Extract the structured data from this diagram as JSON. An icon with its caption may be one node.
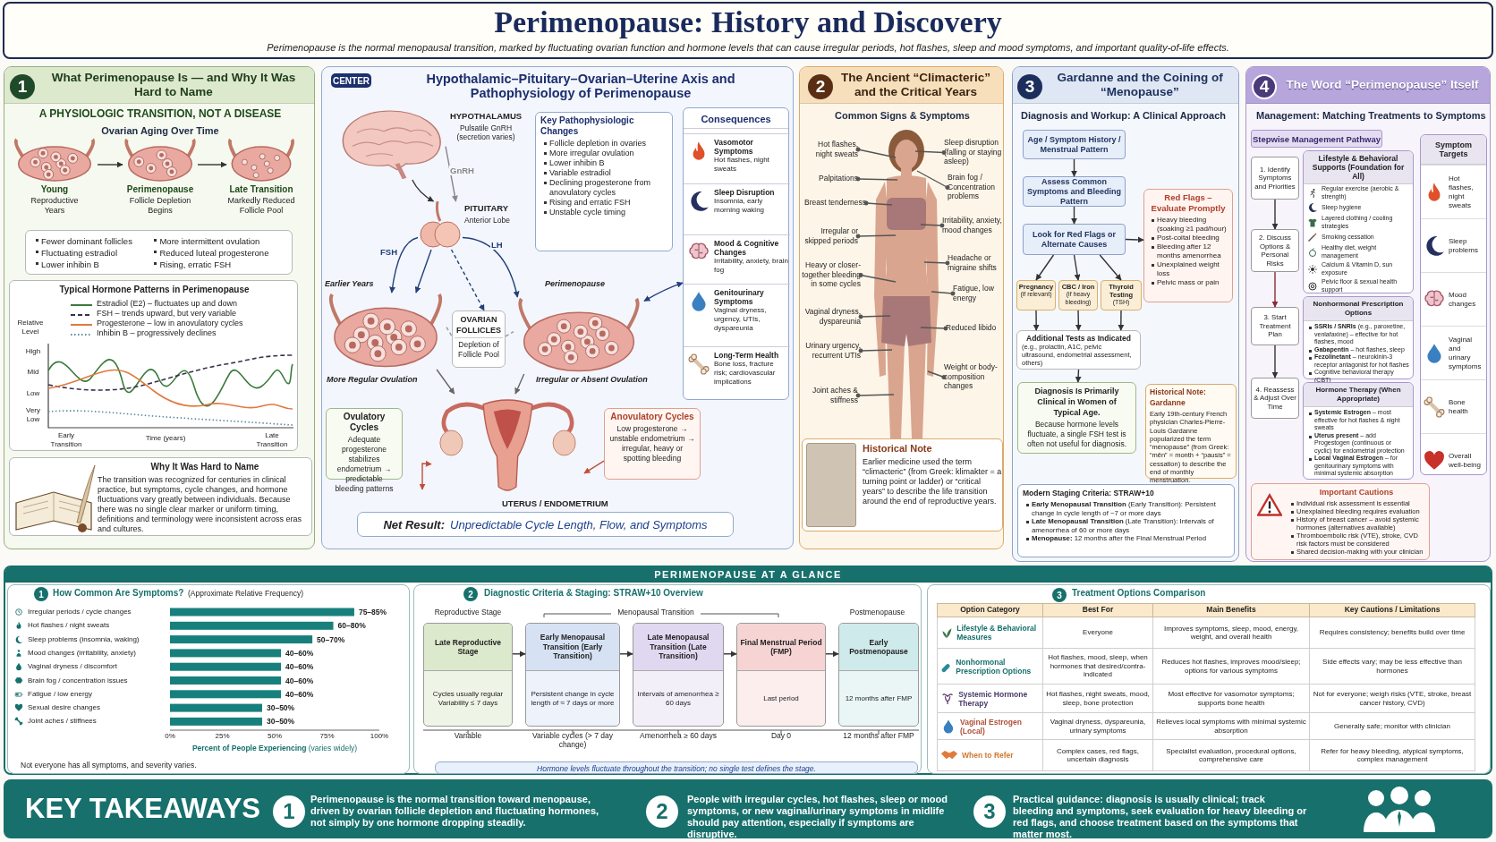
{
  "diagram": {
    "nodes": [
      {
        "text": [
          "Perimenopause: History and Discovery",
          "Perimenopause is the normal menopausal transition, marked by fluctuating ovarian function and hormone levels that can cause irregular periods, hot flashes, sleep and mood symptoms, and important quality-of-life effects."
        ]
      },
      {
        "text": [
          "What Perimenopause Is — and Why It Was Hard to Name",
          "A PHYSIOLOGIC TRANSITION, NOT A DISEASE",
          "Ovarian Aging Over Time"
        ]
      },
      {
        "text": [
          "1"
        ],
        "in": 1
      },
      {
        "text": [],
        "shape": "picture",
        "in": 1,
        "beside": [
          "Young",
          "Reproductive Years"
        ]
      },
      {
        "text": [],
        "shape": "picture",
        "in": 1,
        "beside": [
          "Perimenopause",
          "Follicle Depletion Begins"
        ]
      },
      {
        "text": [],
        "shape": "picture",
        "in": 1,
        "beside": [
          "Late Transition",
          "Markedly Reduced Follicle Pool"
        ]
      },
      {
        "text": [
          "Fewer dominant follicles",
          "Fluctuating estradiol",
          "Lower inhibin B",
          "More intermittent ovulation",
          "Reduced luteal progesterone",
          "Rising, erratic FSH"
        ],
        "in": 1
      },
      {
        "text": [
          "Typical Hormone Patterns in Perimenopause"
        ],
        "in": 1
      },
      {
        "text": [
          "Why It Was Hard to Name",
          "The transition was recognized for centuries in clinical practice, but symptoms, cycle changes, and hormone fluctuations vary greatly between individuals. Because there was no single clear marker or uniform timing, definitions and terminology were inconsistent across eras and cultures."
        ],
        "in": 1
      },
      {
        "text": [
          "Hypothalamic–Pituitary–Ovarian–Uterine Axis and Pathophysiology of Perimenopause"
        ]
      },
      {
        "text": [
          "CENTER"
        ],
        "in": 9
      },
      {
        "text": [],
        "shape": "picture",
        "in": 9,
        "beside": [
          "HYPOTHALAMUS",
          "Pulsatile GnRH (secretion varies)"
        ]
      },
      {
        "text": [],
        "shape": "picture",
        "in": 9,
        "beside": [
          "PITUITARY",
          "Anterior Lobe"
        ]
      },
      {
        "text": [
          "Key Pathophysiologic Changes",
          "Follicle depletion in ovaries",
          "More irregular ovulation",
          "Lower inhibin B",
          "Variable estradiol",
          "Declining progesterone from anovulatory cycles",
          "Rising and erratic FSH",
          "Unstable cycle timing"
        ],
        "in": 9
      },
      {
        "text": [
          "Consequences"
        ],
        "in": 9
      },
      {
        "text": [
          "Vasomotor Symptoms",
          "Hot flashes, night sweats"
        ],
        "in": 14
      },
      {
        "text": [
          "Sleep Disruption",
          "Insomnia, early morning waking"
        ],
        "in": 14
      },
      {
        "text": [
          "Mood & Cognitive Changes",
          "Irritability, anxiety, brain fog"
        ],
        "in": 14
      },
      {
        "text": [
          "Genitourinary Symptoms",
          "Vaginal dryness, urgency, UTIs, dyspareunia"
        ],
        "in": 14
      },
      {
        "text": [
          "Long-Term Health",
          "Bone loss, fracture risk; cardiovascular implications"
        ],
        "in": 14
      },
      {
        "text": [],
        "shape": "picture",
        "in": 9,
        "beside": [
          "Earlier Years",
          "More Regular Ovulation"
        ]
      },
      {
        "text": [
          "OVARIAN FOLLICLES",
          "Depletion of Follicle Pool"
        ],
        "in": 9
      },
      {
        "text": [],
        "shape": "picture",
        "in": 9,
        "beside": [
          "Perimenopause",
          "Irregular or Absent Ovulation"
        ]
      },
      {
        "text": [],
        "shape": "picture",
        "in": 9,
        "beside": [
          "UTERUS / ENDOMETRIUM"
        ]
      },
      {
        "text": [
          "Ovulatory Cycles",
          "Adequate progesterone stabilizes endometrium → predictable bleeding patterns"
        ],
        "in": 9
      },
      {
        "text": [
          "Anovulatory Cycles",
          "Low progesterone → unstable endometrium → irregular, heavy or spotting bleeding"
        ],
        "in": 9
      },
      {
        "text": [
          "Net Result:",
          "Unpredictable Cycle Length, Flow, and Symptoms"
        ],
        "in": 9
      },
      {
        "text": [
          "The Ancient “Climacteric” and the Critical Years",
          "Common Signs & Symptoms"
        ]
      },
      {
        "text": [
          "2"
        ],
        "in": 27
      },
      {
        "text": [
          "Hot flashes, night sweats"
        ],
        "in": 27
      },
      {
        "text": [
          "Palpitations"
        ],
        "in": 27
      },
      {
        "text": [
          "Breast tenderness"
        ],
        "in": 27
      },
      {
        "text": [
          "Irregular or skipped periods"
        ],
        "in": 27
      },
      {
        "text": [
          "Heavy or closer-together bleeding in some cycles"
        ],
        "in": 27
      },
      {
        "text": [
          "Vaginal dryness, dyspareunia"
        ],
        "in": 27
      },
      {
        "text": [
          "Urinary urgency, recurrent UTIs"
        ],
        "in": 27
      },
      {
        "text": [
          "Joint aches & stiffness"
        ],
        "in": 27
      },
      {
        "text": [
          "Sleep disruption (falling or staying asleep)"
        ],
        "in": 27
      },
      {
        "text": [
          "Brain fog / Concentration problems"
        ],
        "in": 27
      },
      {
        "text": [
          "Irritability, anxiety, mood changes"
        ],
        "in": 27
      },
      {
        "text": [
          "Headache or migraine shifts"
        ],
        "in": 27
      },
      {
        "text": [
          "Fatigue, low energy"
        ],
        "in": 27
      },
      {
        "text": [
          "Reduced libido"
        ],
        "in": 27
      },
      {
        "text": [
          "Weight or body-composition changes"
        ],
        "in": 27
      },
      {
        "text": [
          "Historical Note",
          "Earlier medicine used the term “climacteric” (from Greek: klimakter = a turning point or ladder) or “critical years” to describe the life transition around the end of reproductive years."
        ],
        "in": 27
      },
      {
        "text": [
          "Gardanne and the Coining of “Menopause”",
          "Diagnosis and Workup: A Clinical Approach"
        ]
      },
      {
        "text": [
          "3"
        ],
        "in": 45
      },
      {
        "text": [
          "Age / Symptom History / Menstrual Pattern"
        ],
        "in": 45
      },
      {
        "text": [
          "Assess Common Symptoms and Bleeding Pattern"
        ],
        "in": 45
      },
      {
        "text": [
          "Look for Red Flags or Alternate Causes"
        ],
        "in": 45
      },
      {
        "text": [
          "Pregnancy",
          "(if relevant)"
        ],
        "in": 45
      },
      {
        "text": [
          "CBC / Iron",
          "(if heavy bleeding)"
        ],
        "in": 45
      },
      {
        "text": [
          "Thyroid Testing",
          "(TSH)"
        ],
        "in": 45
      },
      {
        "text": [
          "Additional Tests as Indicated",
          "(e.g., prolactin, A1C, pelvic ultrasound, endometrial assessment, others)"
        ],
        "in": 45
      },
      {
        "text": [
          "Diagnosis Is Primarily Clinical in Women of Typical Age.",
          "Because hormone levels fluctuate, a single FSH test is often not useful for diagnosis."
        ],
        "in": 45
      },
      {
        "text": [
          "Red Flags – Evaluate Promptly",
          "Heavy bleeding (soaking ≥1 pad/hour)",
          "Post-coital bleeding",
          "Bleeding after 12 months amenorrhea",
          "Unexplained weight loss",
          "Pelvic mass or pain"
        ],
        "in": 45
      },
      {
        "text": [
          "Historical Note: Gardanne",
          "Early 19th-century French physician Charles-Pierre-Louis Gardanne popularized the term “ménopause” (from Greek: “mēn” = month + “pausis” = cessation) to describe the end of monthly menstruation."
        ],
        "in": 45
      },
      {
        "text": [
          "Modern Staging Criteria: STRAW+10",
          "**Early Menopausal Transition** (Early Transition): Persistent change in cycle length of ~7 or more days",
          "**Late Menopausal Transition** (Late Transition): Intervals of amenorrhea of 60 or more days",
          "**Menopause:** 12 months after the Final Menstrual Period"
        ],
        "in": 45
      },
      {
        "text": [
          "The Word “Perimenopause” Itself",
          "Management: Matching Treatments to Symptoms"
        ]
      },
      {
        "text": [
          "4"
        ],
        "in": 58
      },
      {
        "text": [
          "Stepwise Management Pathway"
        ],
        "in": 58
      },
      {
        "text": [
          "1. Identify Symptoms and Priorities"
        ],
        "in": 58
      },
      {
        "text": [
          "2. Discuss Options & Personal Risks"
        ],
        "in": 58
      },
      {
        "text": [
          "3. Start Treatment Plan"
        ],
        "in": 58
      },
      {
        "text": [
          "4. Reassess & Adjust Over Time"
        ],
        "in": 58
      },
      {
        "text": [
          "Lifestyle & Behavioral Supports (Foundation for All)",
          "Regular exercise (aerobic & strength)",
          "Sleep hygiene",
          "Layered clothing / cooling strategies",
          "Smoking cessation",
          "Healthy diet, weight management",
          "Calcium & Vitamin D, sun exposure",
          "Pelvic floor & sexual health support"
        ],
        "in": 58
      },
      {
        "text": [
          "Nonhormonal Prescription Options",
          "**SSRIs / SNRIs** (e.g., paroxetine, venlafaxine) – effective for hot flashes, mood",
          "**Gabapentin** – hot flashes, sleep",
          "**Fezolinetant** – neurokinin-3 receptor antagonist for hot flashes",
          "Cognitive behavioral therapy (CBT)"
        ],
        "in": 58
      },
      {
        "text": [
          "Hormone Therapy (When Appropriate)",
          "**Systemic Estrogen** – most effective for hot flashes & night sweats",
          "**Uterus present** – add Progestogen (continuous or cyclic) for endometrial protection",
          "**Local Vaginal Estrogen** – for genitourinary symptoms with minimal systemic absorption"
        ],
        "in": 58
      },
      {
        "text": [
          "Symptom Targets",
          "Hot flashes, night sweats",
          "Sleep problems",
          "Mood changes",
          "Vaginal and urinary symptoms",
          "Bone health",
          "Overall well-being"
        ],
        "in": 58
      },
      {
        "text": [
          "Important Cautions",
          "Individual risk assessment is essential",
          "Unexplained bleeding requires evaluation",
          "History of breast cancer – avoid systemic hormones (alternatives available)",
          "Thromboembolic risk (VTE), stroke, CVD risk factors must be considered",
          "Shared decision-making with your clinician"
        ],
        "in": 58
      },
      {
        "text": [
          "PERIMENOPAUSE AT A GLANCE"
        ]
      },
      {
        "text": [
          "How Common Are Symptoms?",
          "(Approximate Relative Frequency)",
          "Not everyone has all symptoms, and severity varies."
        ],
        "in": 70
      },
      {
        "text": [
          "1"
        ],
        "in": 71
      },
      {
        "text": [
          "Diagnostic Criteria & Staging: STRAW+10 Overview",
          "Reproductive Stage",
          "Menopausal Transition",
          "Postmenopause"
        ],
        "in": 70
      },
      {
        "text": [
          "2"
        ],
        "in": 73
      },
      {
        "text": [
          "Late Reproductive Stage",
          "Cycles usually regular Variability ≤ 7 days"
        ],
        "in": 73,
        "beside": [
          "Variable"
        ]
      },
      {
        "text": [
          "Early Menopausal Transition (Early Transition)",
          "Persistent change in cycle length of ≈ 7 days or more"
        ],
        "in": 73,
        "beside": [
          "Variable cycles (> 7 day change)"
        ]
      },
      {
        "text": [
          "Late Menopausal Transition (Late Transition)",
          "Intervals of amenorrhea ≥ 60 days"
        ],
        "in": 73,
        "beside": [
          "Amenorrhea ≥ 60 days"
        ]
      },
      {
        "text": [
          "Final Menstrual Period (FMP)",
          "Last period"
        ],
        "in": 73,
        "beside": [
          "Day 0"
        ]
      },
      {
        "text": [
          "Early Postmenopause",
          "12 months after FMP"
        ],
        "in": 73,
        "beside": [
          "12 months after FMP"
        ]
      },
      {
        "text": [
          "Hormone levels fluctuate throughout the transition; no single test defines the stage."
        ],
        "in": 73
      },
      {
        "text": [
          "Treatment Options Comparison"
        ],
        "in": 70
      },
      {
        "text": [
          "3"
        ],
        "in": 81
      },
      {
        "text": [
          "KEY TAKEAWAYS"
        ]
      },
      {
        "text": [
          "1"
        ],
        "in": 83,
        "beside": [
          "Perimenopause is the normal transition toward menopause, driven by ovarian follicle depletion and fluctuating hormones, not simply by one hormone dropping steadily."
        ]
      },
      {
        "text": [
          "2"
        ],
        "in": 83,
        "beside": [
          "People with irregular cycles, hot flashes, sleep or mood symptoms, or new vaginal/urinary symptoms in midlife should pay attention, especially if symptoms are disruptive."
        ]
      },
      {
        "text": [
          "3"
        ],
        "in": 83,
        "beside": [
          "Practical guidance: diagnosis is usually clinical; track bleeding and symptoms, seek evaluation for heavy bleeding or red flags, and choose treatment based on the symptoms that matter most."
        ]
      },
      {
        "text": [],
        "shape": "person",
        "in": 27
      }
    ],
    "edges": [
      {
        "from": 3,
        "to": 4,
        "arrow": "to"
      },
      {
        "from": 4,
        "to": 5,
        "arrow": "to"
      },
      {
        "from": 11,
        "to": 12,
        "arrow": "to"
      },
      {
        "from": 11,
        "to": 12,
        "arrow": "to",
        "label": "GnRH",
        "color": "#888888"
      },
      {
        "from": 12,
        "to": 20,
        "arrow": "to",
        "label": "FSH",
        "color": "#24407a"
      },
      {
        "from": 12,
        "to": 20,
        "arrow": "to",
        "color": "#24407a"
      },
      {
        "from": 12,
        "to": 21,
        "arrow": "to",
        "style": "dashed",
        "color": "#24407a"
      },
      {
        "from": 12,
        "to": 22,
        "arrow": "to",
        "label": "LH",
        "color": "#24407a"
      },
      {
        "from": 20,
        "to": 21,
        "arrow": "none",
        "style": "dashed",
        "color": "#999999"
      },
      {
        "from": 21,
        "to": 22,
        "arrow": "none",
        "style": "dashed",
        "color": "#999999"
      },
      {
        "from": 22,
        "to": 14,
        "arrow": "both",
        "color": "#24407a"
      },
      {
        "from": 20,
        "to": 23,
        "arrow": "to",
        "color": "#666666"
      },
      {
        "from": 22,
        "to": 23,
        "arrow": "to",
        "color": "#666666"
      },
      {
        "from": 25,
        "to": 23,
        "arrow": "to",
        "color": "#c0503a"
      },
      {
        "from": null,
        "to": 23,
        "arrow": "both",
        "color": "#c0503a"
      },
      {
        "from": 47,
        "to": 48,
        "arrow": "to"
      },
      {
        "from": 48,
        "to": 49,
        "arrow": "to"
      },
      {
        "from": 49,
        "to": 55,
        "arrow": "to"
      },
      {
        "from": 49,
        "to": 50,
        "arrow": "to"
      },
      {
        "from": 49,
        "to": 51,
        "arrow": "to"
      },
      {
        "from": 49,
        "to": 52,
        "arrow": "to"
      },
      {
        "from": 50,
        "to": 53,
        "arrow": "to"
      },
      {
        "from": 51,
        "to": 53,
        "arrow": "to"
      },
      {
        "from": 52,
        "to": 53,
        "arrow": "to"
      },
      {
        "from": 53,
        "to": 54,
        "arrow": "to"
      },
      {
        "from": 61,
        "to": 62,
        "arrow": "to"
      },
      {
        "from": 62,
        "to": 63,
        "arrow": "to",
        "color": "#8a2a3a"
      },
      {
        "from": 63,
        "to": 64,
        "arrow": "to"
      },
      {
        "from": 75,
        "to": 76,
        "arrow": "to"
      },
      {
        "from": 76,
        "to": 77,
        "arrow": "to"
      },
      {
        "from": 77,
        "to": 78,
        "arrow": "to"
      },
      {
        "from": 78,
        "to": 79,
        "arrow": "to"
      },
      {
        "from": 29,
        "to": 87,
        "arrow": "other",
        "color": "#555555"
      },
      {
        "from": 30,
        "to": 87,
        "arrow": "other",
        "color": "#555555"
      },
      {
        "from": 31,
        "to": 87,
        "arrow": "other",
        "color": "#555555"
      },
      {
        "from": 32,
        "to": 87,
        "arrow": "other",
        "color": "#555555"
      },
      {
        "from": 33,
        "to": 87,
        "arrow": "other",
        "color": "#555555"
      },
      {
        "from": 34,
        "to": 87,
        "arrow": "other",
        "color": "#555555"
      },
      {
        "from": 35,
        "to": 87,
        "arrow": "other",
        "color": "#555555"
      },
      {
        "from": 36,
        "to": 87,
        "arrow": "other",
        "color": "#555555"
      },
      {
        "from": 37,
        "to": 87,
        "arrow": "other",
        "color": "#555555"
      },
      {
        "from": 38,
        "to": 87,
        "arrow": "other",
        "color": "#555555"
      },
      {
        "from": 39,
        "to": 87,
        "arrow": "other",
        "color": "#555555"
      },
      {
        "from": 40,
        "to": 87,
        "arrow": "other",
        "color": "#555555"
      },
      {
        "from": 41,
        "to": 87,
        "arrow": "other",
        "color": "#555555"
      },
      {
        "from": 42,
        "to": 87,
        "arrow": "other",
        "color": "#555555"
      },
      {
        "from": 43,
        "to": 87,
        "arrow": "other",
        "color": "#555555"
      }
    ],
    "labels": [
      "Relative Level",
      "High",
      "Mid",
      "Low",
      "Very Low",
      "Early Transition",
      "Time (years)",
      "Late Transition",
      "Option Category",
      "Best For",
      "Main Benefits",
      "Key Cautions / Limitations",
      "Lifestyle & Behavioral Measures",
      "Everyone",
      "Improves symptoms, sleep, mood, energy, weight, and overall health",
      "Requires consistency; benefits build over time",
      "Nonhormonal Prescription Options",
      "Hot flashes, mood, sleep, when hormones that desired/contra-indicated",
      "Reduces hot flashes, improves mood/sleep; options for various symptoms",
      "Side effects vary; may be less effective than hormones",
      "Systemic Hormone Therapy",
      "Hot flashes, night sweats, mood, sleep, bone protection",
      "Most effective for vasomotor symptoms; supports bone health",
      "Not for everyone; weigh risks (VTE, stroke, breast cancer history, CVD)",
      "Vaginal Estrogen (Local)",
      "Vaginal dryness, dyspareunia, urinary symptoms",
      "Relieves local symptoms with minimal systemic absorption",
      "Generally safe; monitor with clinician",
      "When to Refer",
      "Complex cases, red flags, uncertain diagnosis",
      "Specialist evaluation, procedural options, comprehensive care",
      "Refer for heavy bleeding, atypical symptoms, complex management"
    ],
    "legend": [
      {
        "text": "Estradiol (E2) – fluctuates up and down"
      },
      {
        "text": "FSH – trends upward, but very variable"
      },
      {
        "text": "Progesterone – low in anovulatory cycles"
      },
      {
        "text": "Inhibin B – progressively declines"
      }
    ],
    "chart_data": {
      "type": "bar",
      "orientation": "horizontal",
      "xlabel": "**Percent of People Experiencing** (varies widely)",
      "categories": [
        "Irregular periods / cycle changes",
        "Hot flashes / night sweats",
        "Sleep problems (insomnia, waking)",
        "Mood changes (irritability, anxiety)",
        "Vaginal dryness / discomfort",
        "Brain fog / concentration issues",
        "Fatigue / low energy",
        "Sexual desire changes",
        "Joint aches / stiffnees"
      ],
      "values": [
        88,
        78,
        68,
        53,
        53,
        53,
        53,
        44,
        44
      ],
      "annotations": [
        "75–85%",
        "60–80%",
        "50–70%",
        "40–60%",
        "40–60%",
        "40–60%",
        "40–60%",
        "30–50%",
        "30–50%"
      ],
      "xlim": [
        0,
        100
      ],
      "xticks": [
        {
          "value": 0,
          "label": "0%"
        },
        {
          "value": 25,
          "label": "25%"
        },
        {
          "value": 50,
          "label": "50%"
        },
        {
          "value": 75,
          "label": "75%"
        },
        {
          "value": 100,
          "label": "100%"
        }
      ]
    }
  }
}
